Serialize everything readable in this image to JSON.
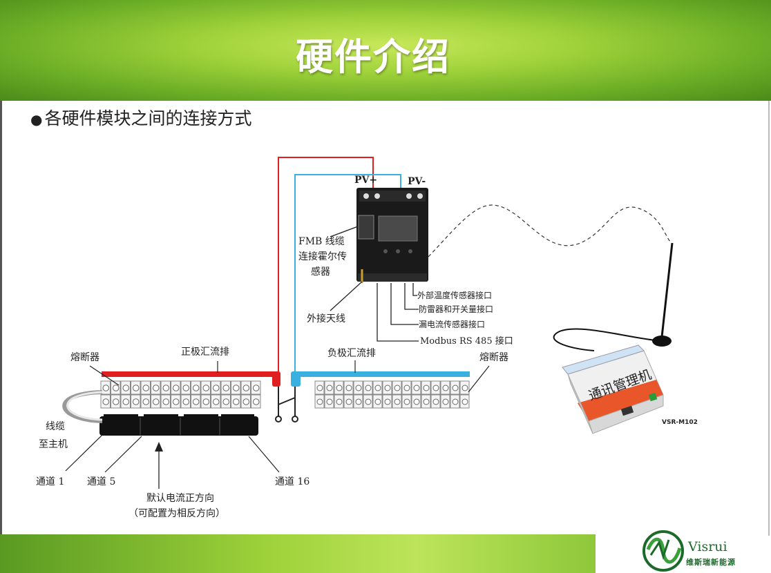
{
  "title": "硬件介绍",
  "bullet": "各硬件模块之间的连接方式",
  "labels": {
    "pv_plus": "PV+",
    "pv_minus": "PV-",
    "fmb_line1": "FMB 线缆",
    "fmb_line2": "连接霍尔传",
    "fmb_line3": "感器",
    "antenna": "外接天线",
    "ext_temp": "外部温度传感器接口",
    "lightning": "防雷器和开关量接口",
    "leakage": "漏电流传感器接口",
    "modbus": "Modbus  RS 485  接口",
    "fuse_left": "熔断器",
    "fuse_right": "熔断器",
    "pos_bus": "正极汇流排",
    "neg_bus": "负极汇流排",
    "cable_line1": "线缆",
    "cable_line2": "至主机",
    "ch1": "通道 1",
    "ch5": "通道 5",
    "ch16": "通道 16",
    "default_dir1": "默认电流正方向",
    "default_dir2": "（可配置为相反方向）",
    "comm_device": "通讯管理机",
    "model": "VSR-M102"
  },
  "logo": {
    "name": "Visrui",
    "subtitle": "维斯瑞新能源"
  },
  "colors": {
    "positive": "#e02020",
    "negative": "#3ab0e0",
    "header_green": "#8cc83a",
    "logo_green": "#1c6a2a"
  }
}
